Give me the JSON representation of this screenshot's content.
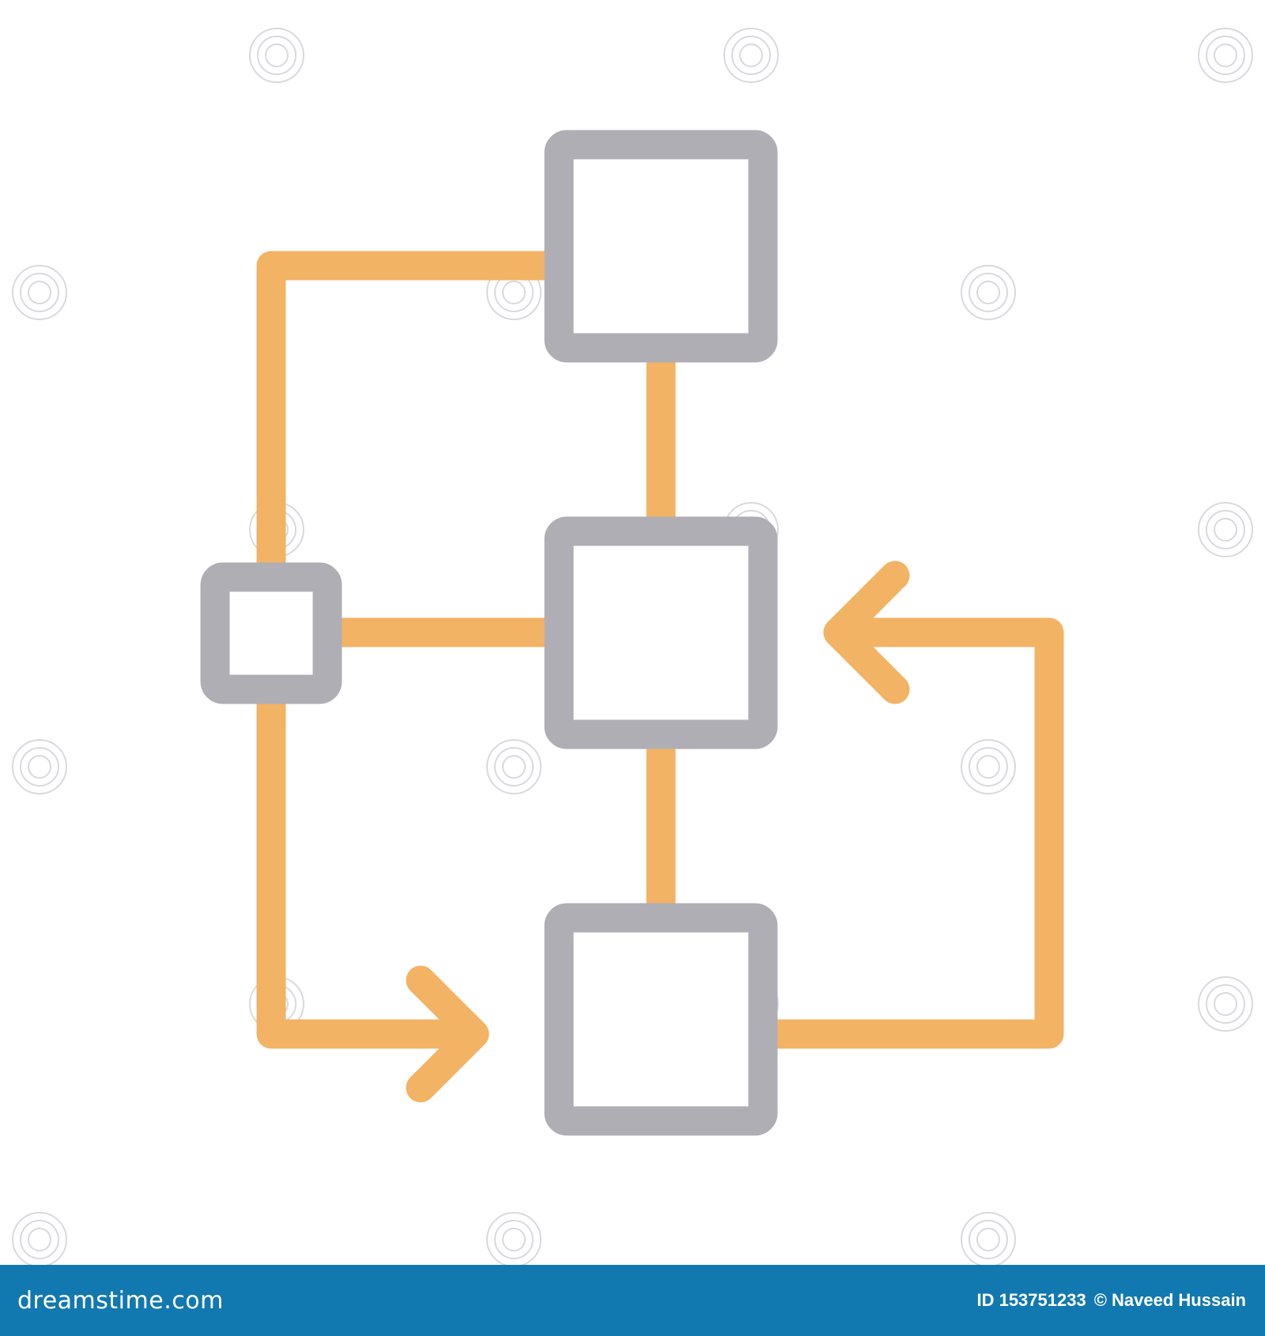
{
  "palette": {
    "background": "#ffffff",
    "connector": "#f2b364",
    "box_stroke": "#b0aeb5",
    "footer_bg": "#1278b0",
    "footer_text": "#ffffff",
    "watermark": "#d9d9de"
  },
  "diagram": {
    "boxes": [
      {
        "id": "top",
        "icon": "square-outline"
      },
      {
        "id": "middle",
        "icon": "square-outline"
      },
      {
        "id": "bottom",
        "icon": "square-outline"
      },
      {
        "id": "left-small",
        "icon": "square-outline"
      }
    ],
    "arrows": [
      {
        "from": "left-small",
        "to": "bottom",
        "icon": "arrow-right-chevron"
      },
      {
        "from": "bottom",
        "to": "middle",
        "icon": "arrow-left-chevron"
      }
    ],
    "watermark_icon": "spiral-logo"
  },
  "footer": {
    "brand": "dreamstime.com",
    "id_label": "ID 153751233",
    "author": "© Naveed Hussain"
  }
}
